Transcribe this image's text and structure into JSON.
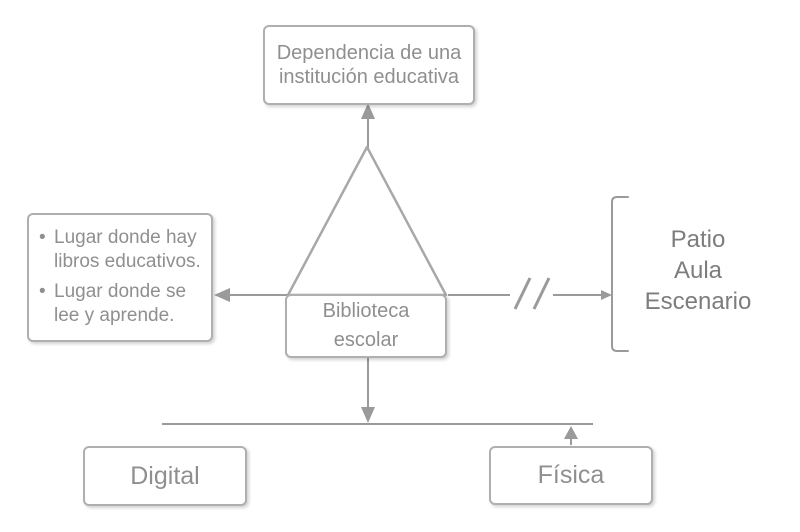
{
  "diagram": {
    "top_box": {
      "text": "Dependencia de una institución educativa"
    },
    "left_box": {
      "bullet": "•",
      "items": [
        "Lugar donde hay libros educativos.",
        "Lugar donde se lee y aprende."
      ]
    },
    "center_box": {
      "label": "Biblioteca escolar"
    },
    "right_group": {
      "labels": [
        "Patio",
        "Aula",
        "Escenario"
      ]
    },
    "bottom_boxes": {
      "digital": "Digital",
      "fisica": "Física"
    },
    "colors": {
      "box_border": "#afafaf",
      "box_text": "#8f8f8f",
      "group_text": "#7d7d7d",
      "line": "#9a9a9a",
      "background": "#ffffff"
    }
  }
}
